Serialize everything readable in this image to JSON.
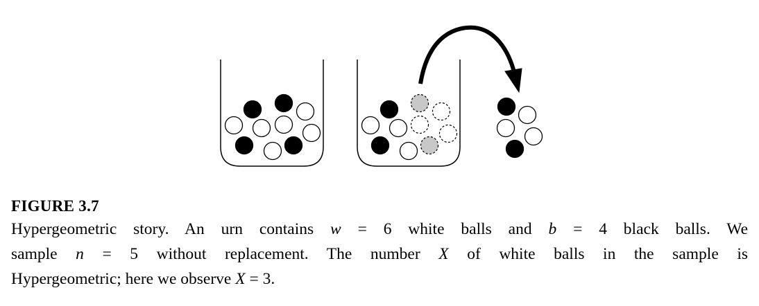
{
  "figure": {
    "label": "FIGURE 3.7",
    "caption_lines": [
      [
        "Hypergeometric story. An urn contains ",
        {
          "math": "w"
        },
        " = 6 white balls and ",
        {
          "math": "b"
        },
        " = 4 black balls. We"
      ],
      [
        "sample ",
        {
          "math": "n"
        },
        " = 5 without replacement. The number ",
        {
          "math": "X"
        },
        " of white balls in the sample is"
      ],
      [
        "Hypergeometric; here we observe ",
        {
          "math": "X"
        },
        " = 3."
      ]
    ],
    "urn_before": {
      "white_balls": 6,
      "black_balls": 4
    },
    "urn_after": {
      "white_remaining": 3,
      "black_remaining": 2,
      "white_removed": 3,
      "black_removed": 2
    },
    "sample": {
      "white": 3,
      "black": 2
    },
    "colors": {
      "white_ball": "#ffffff",
      "black_ball": "#000000",
      "removed_black_ball": "#c8c8c8",
      "stroke": "#000000"
    }
  }
}
